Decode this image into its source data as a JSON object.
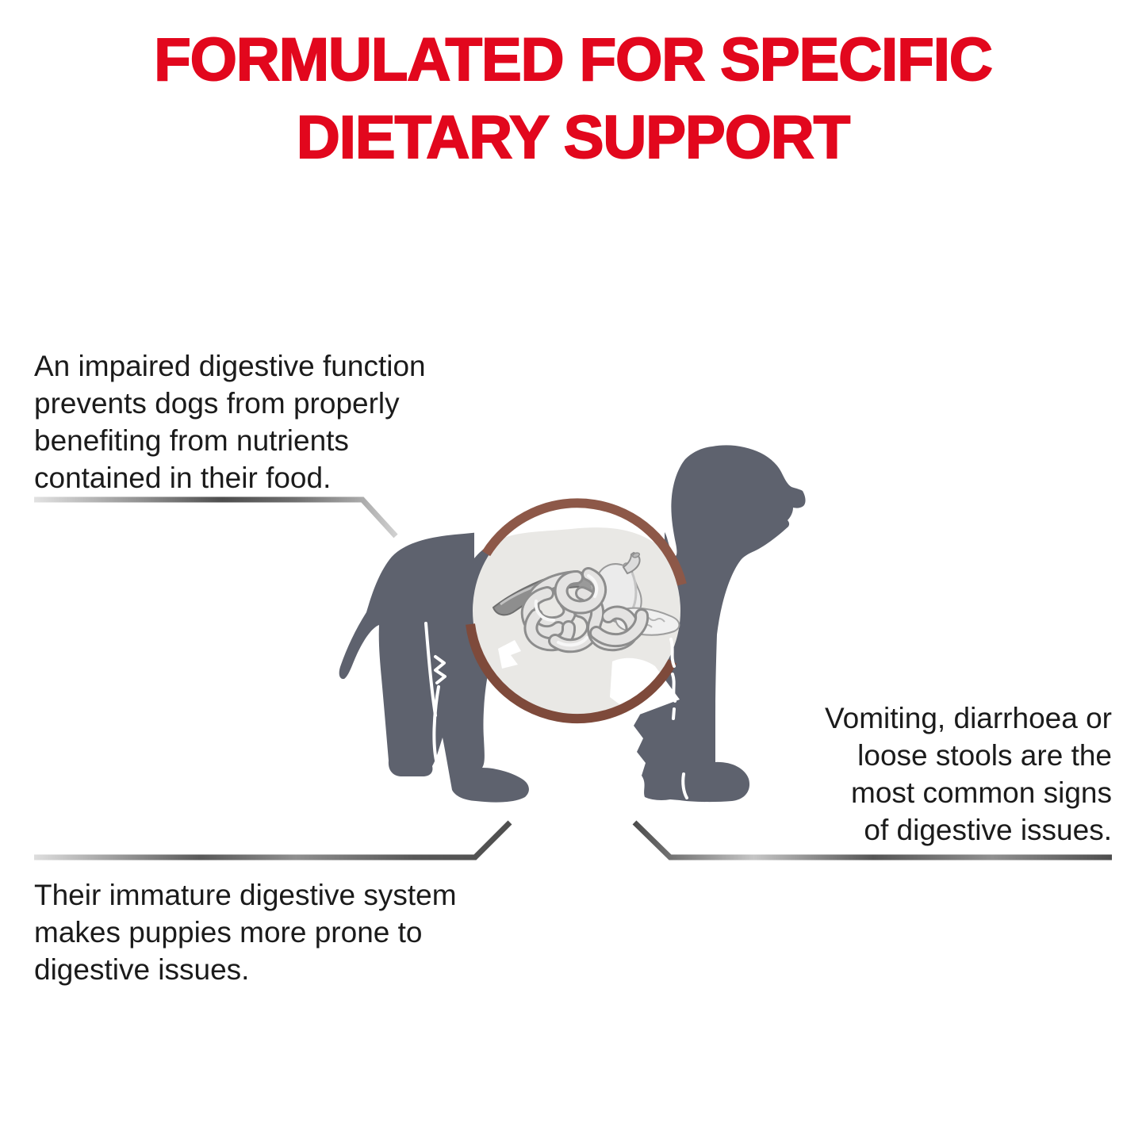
{
  "title": {
    "line1": "FORMULATED FOR SPECIFIC",
    "line2": "DIETARY SUPPORT"
  },
  "annotations": {
    "impaired_digestion": {
      "lines": [
        "An impaired digestive function",
        "prevents dogs from properly",
        "benefiting from nutrients",
        "contained in their food."
      ]
    },
    "digestive_signs": {
      "lines": [
        "Vomiting, diarrhoea or",
        "loose stools are the",
        "most common signs",
        "of digestive issues."
      ]
    },
    "immature_system": {
      "lines": [
        "Their immature digestive system",
        "makes puppies more prone to",
        "digestive issues."
      ]
    }
  },
  "illustration": {
    "subject": "puppy-silhouette",
    "callout": "digestive-system-circle",
    "organs": [
      "oesophagus",
      "stomach",
      "spleen",
      "small-intestine",
      "pancreas"
    ]
  },
  "colors": {
    "accent_red": "#e2071d",
    "dog_gray": "#5e626e",
    "callout_fill": "#e9e8e5",
    "callout_arc_brown_top": "#8d5848",
    "callout_arc_brown_bottom": "#7e4a3b",
    "text_dark": "#1b1b1b"
  }
}
